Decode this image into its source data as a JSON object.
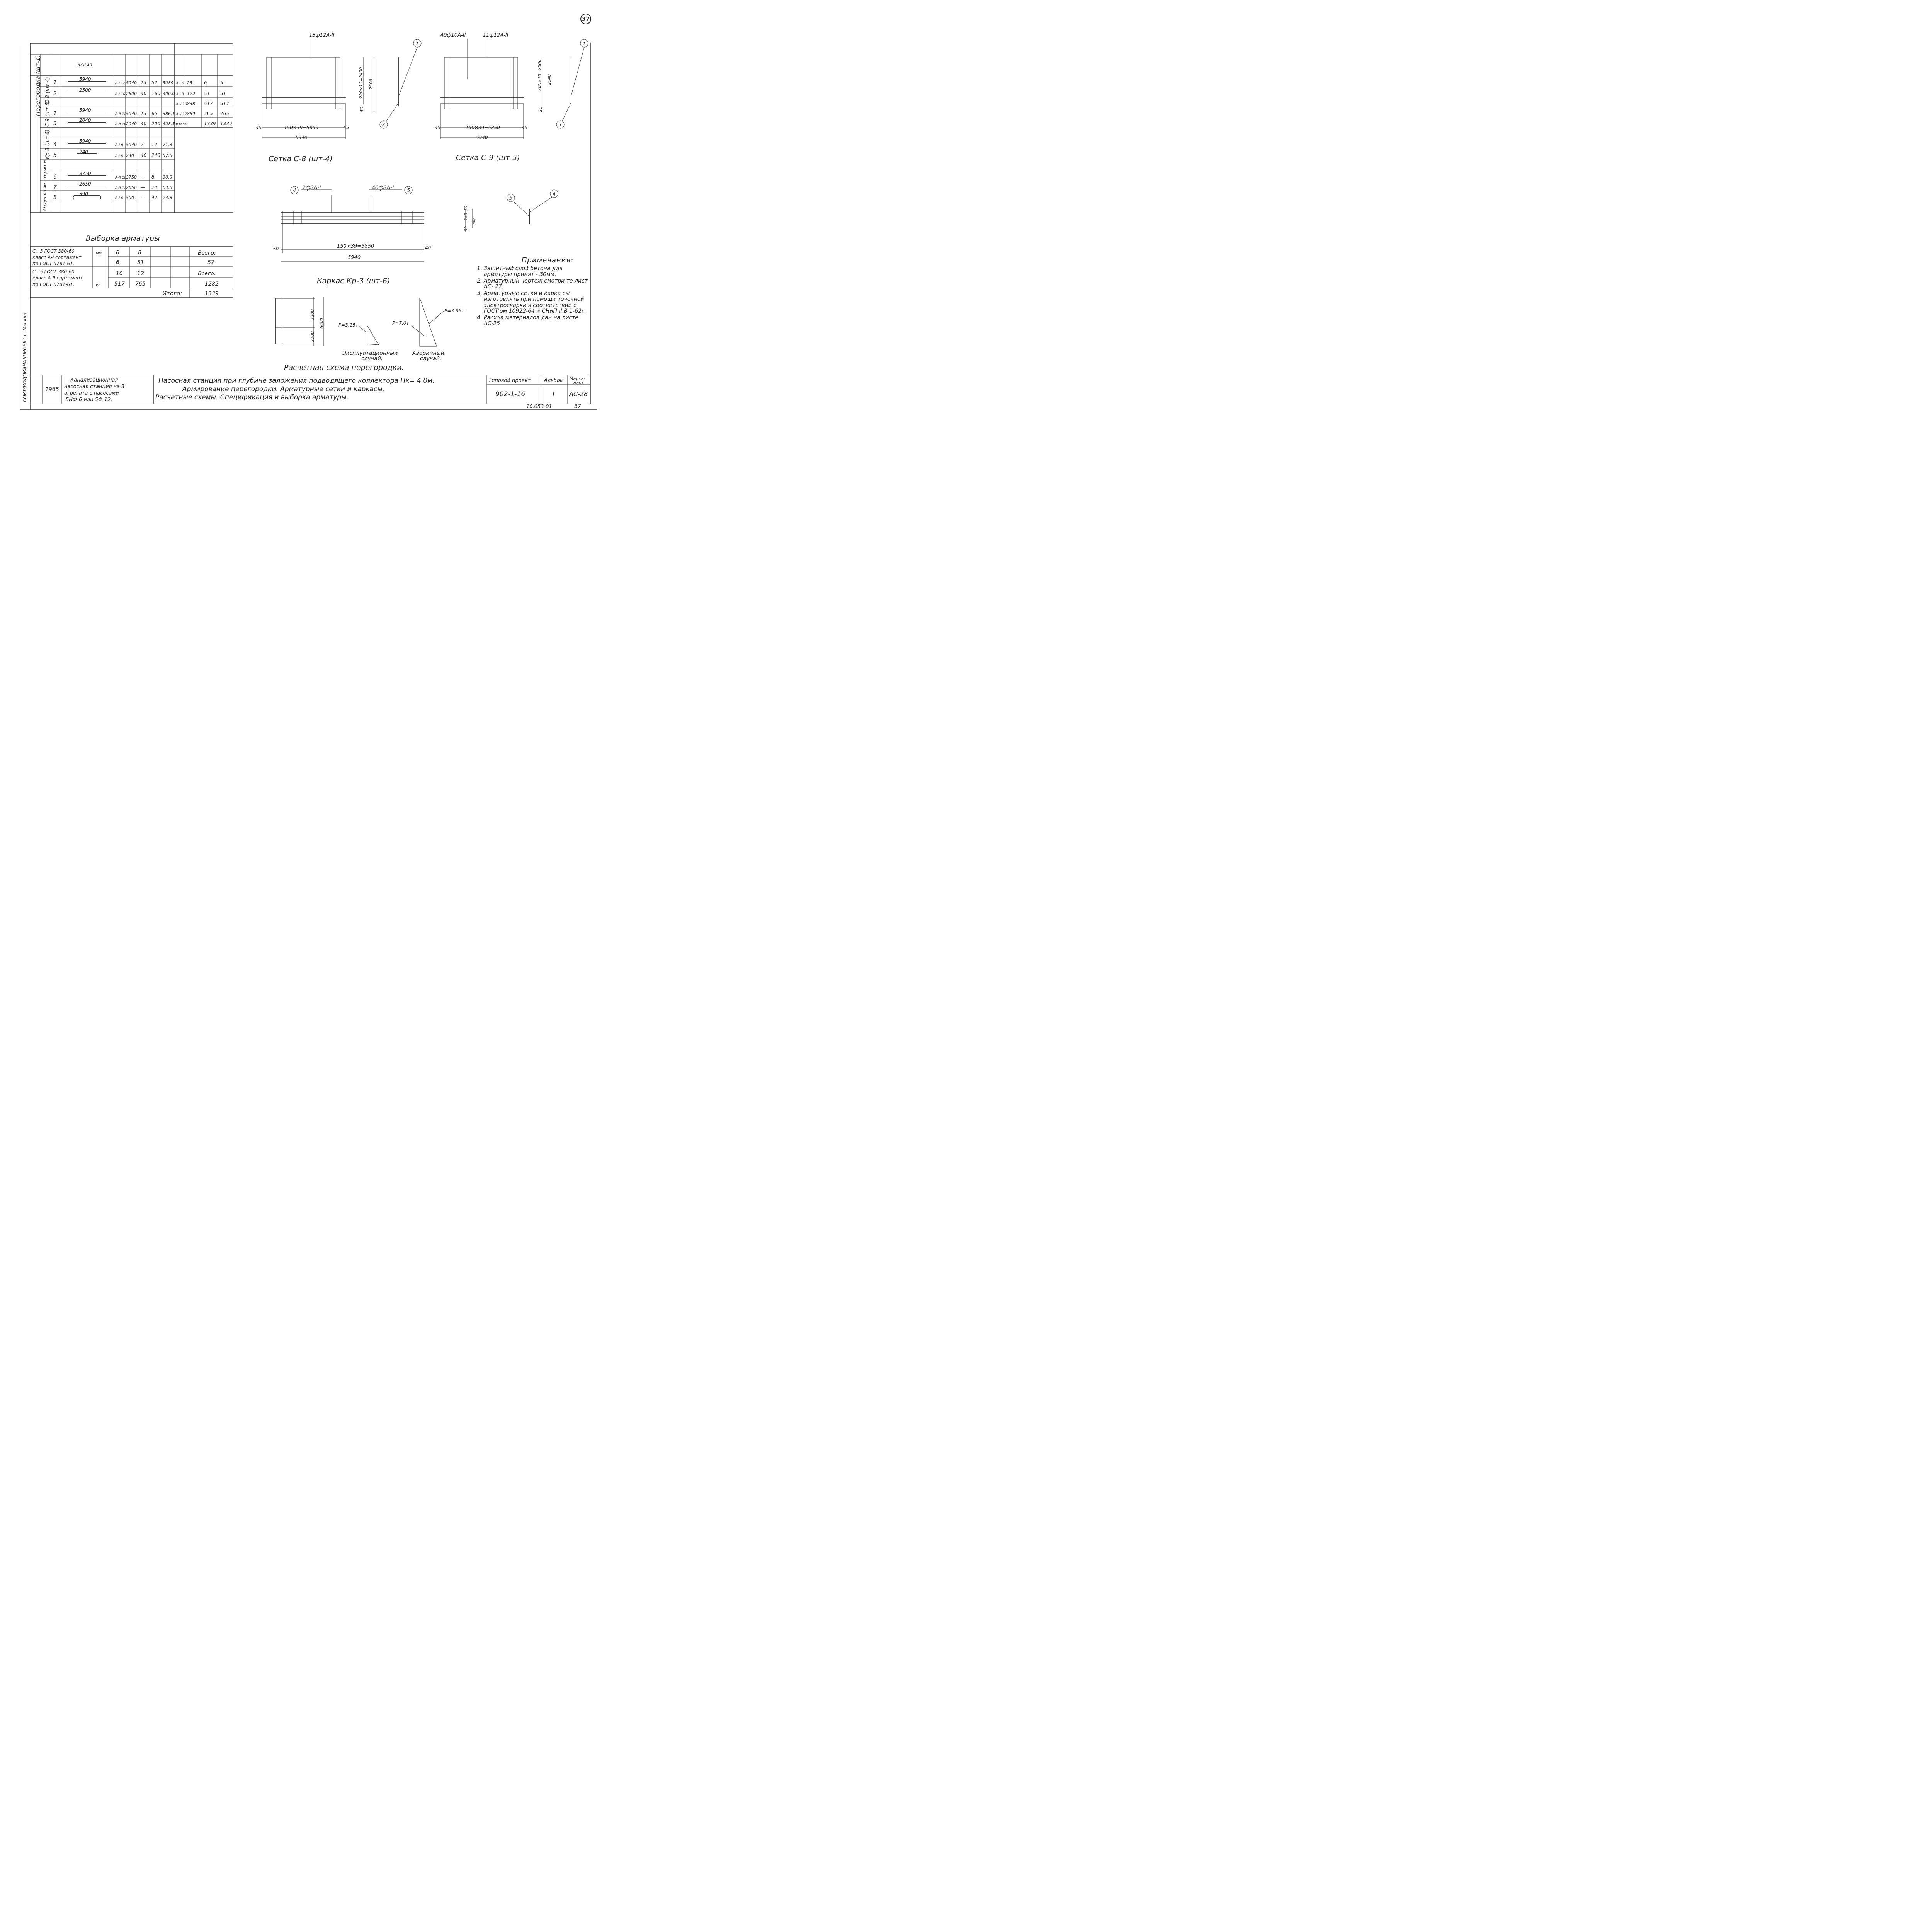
{
  "page_number": "37",
  "spec_table": {
    "rows": [
      {
        "pos": "1",
        "length": "5940",
        "dia": "A-I 12",
        "l": "5940",
        "n1": "13",
        "n2": "52",
        "total": "3089",
        "w_dia": "A-I 6",
        "w_len": "23",
        "w1": "6",
        "w2": "6"
      },
      {
        "pos": "2",
        "length": "2500",
        "dia": "A-I 10",
        "l": "2500",
        "n1": "40",
        "n2": "160",
        "total": "400.0",
        "w_dia": "A-I 8",
        "w_len": "122",
        "w1": "51",
        "w2": "51"
      },
      {
        "pos": "",
        "length": "",
        "dia": "",
        "l": "",
        "n1": "",
        "n2": "",
        "total": "",
        "w_dia": "A-II 10",
        "w_len": "838",
        "w1": "517",
        "w2": "517"
      },
      {
        "pos": "1",
        "length": "5940",
        "dia": "A-II 12",
        "l": "5940",
        "n1": "13",
        "n2": "65",
        "total": "386.1",
        "w_dia": "A-II 12",
        "w_len": "859",
        "w1": "765",
        "w2": "765"
      },
      {
        "pos": "3",
        "length": "2040",
        "dia": "A-II 10",
        "l": "2040",
        "n1": "40",
        "n2": "200",
        "total": "408.5",
        "w_dia": "Итого:",
        "w_len": "",
        "w1": "1339",
        "w2": "1339"
      },
      {
        "pos": "4",
        "length": "5940",
        "dia": "A-I 8",
        "l": "5940",
        "n1": "2",
        "n2": "12",
        "total": "71.3"
      },
      {
        "pos": "5",
        "length": "240",
        "dia": "A-I 8",
        "l": "240",
        "n1": "40",
        "n2": "240",
        "total": "57.6"
      },
      {
        "pos": "6",
        "length": "3750",
        "dia": "A-II 10",
        "l": "3750",
        "n1": "—",
        "n2": "8",
        "total": "30.0"
      },
      {
        "pos": "7",
        "length": "2650",
        "dia": "A-II 12",
        "l": "2650",
        "n1": "—",
        "n2": "24",
        "total": "63.6"
      },
      {
        "pos": "8",
        "length": "590",
        "dia": "A-I 6",
        "l": "590",
        "n1": "—",
        "n2": "42",
        "total": "24.8"
      }
    ],
    "group_labels": [
      "Перегородка (шт-1)",
      "С-8 (шт-4)",
      "С-9 (шт-5)",
      "Кр-3 (шт-6)",
      "Отдельные стержни"
    ],
    "header_col": "Эскиз"
  },
  "selection": {
    "title": "Выборка арматуры",
    "row1_spec": "Ст.3 ГОСТ 380-60 класс А-I сортамент по ГОСТ 5781-61.",
    "row2_spec": "Ст.5 ГОСТ 380-60 класс А-II сортамент по ГОСТ 5781-61.",
    "unit_mm": "мм",
    "unit_kg": "кг",
    "r1_d": [
      "6",
      "8"
    ],
    "r1_w": [
      "6",
      "51"
    ],
    "r2_d": [
      "10",
      "12"
    ],
    "r2_w": [
      "517",
      "765"
    ],
    "total_label": "Всего:",
    "total1": "57",
    "total2": "1282",
    "grand_label": "Итого:",
    "grand": "1339"
  },
  "drawings": {
    "c8_title": "Сетка С-8 (шт-4)",
    "c9_title": "Сетка С-9 (шт-5)",
    "kr3_title": "Каркас Кр-3 (шт-6)",
    "c8_bars_top": "13ф12А-II",
    "c9_bars_top_a": "40ф10А-II",
    "c9_bars_top_b": "11ф12А-II",
    "spacing": "150×39=5850",
    "overall": "5940",
    "edge_45": "45",
    "edge_50": "50",
    "edge_40": "40",
    "c8_vert_a": "200×12=2400",
    "c8_vert_b": "2500",
    "c9_vert_a": "200×10=2000",
    "c9_vert_b": "2040",
    "dim_20": "20",
    "kr3_bar4": "2ф8А-I",
    "kr3_bar5": "40ф8А-I",
    "kr3_h1": "50",
    "kr3_h2": "140",
    "kr3_h3": "50",
    "kr3_h_total": "240",
    "calc_h1": "3300",
    "calc_h2": "2700",
    "calc_h_total": "6000",
    "load_exp": "Р=3.15т",
    "load_av1": "Р=7.0т",
    "load_av2": "Р=3.86т",
    "case_exp": "Эксплуатационный случай.",
    "case_av": "Аварийный случай.",
    "calc_title": "Расчетная схема перегородки."
  },
  "notes": {
    "heading": "Примечания:",
    "items": [
      "Защитный слой бетона для арматуры принят - 30мм.",
      "Арматурный чертеж смотри те лист АС- 27.",
      "Арматурные сетки и карка сы изготовлять при помощи точечной электросварки в соответствии с ГОСТ'ом 10922-64 и СНиП II В 1-62г.",
      "Расход материалов дан на листе АС-25"
    ]
  },
  "title_block": {
    "left": "Канализационная насосная станция на 3 агрегата с насосами 5НФ-6 или 5Ф-12.",
    "year": "1965",
    "main_line1": "Насосная станция при глубине заложения подводящего коллектора Нк= 4.0м.",
    "main_line2": "Армирование перегородки. Арматурные сетки и каркасы.",
    "main_line3": "Расчетные схемы. Спецификация и выборка арматуры.",
    "typ_label": "Типовой проект",
    "typ_value": "902-1-16",
    "album_label": "Альбом",
    "album_value": "I",
    "mark_label": "Марка-лист",
    "mark_value": "АС-28",
    "org": "СОЮЗВОДОКАНАЛПРОЕКТ г. Москва",
    "footer": "10.053-01",
    "footer_page": "37"
  }
}
